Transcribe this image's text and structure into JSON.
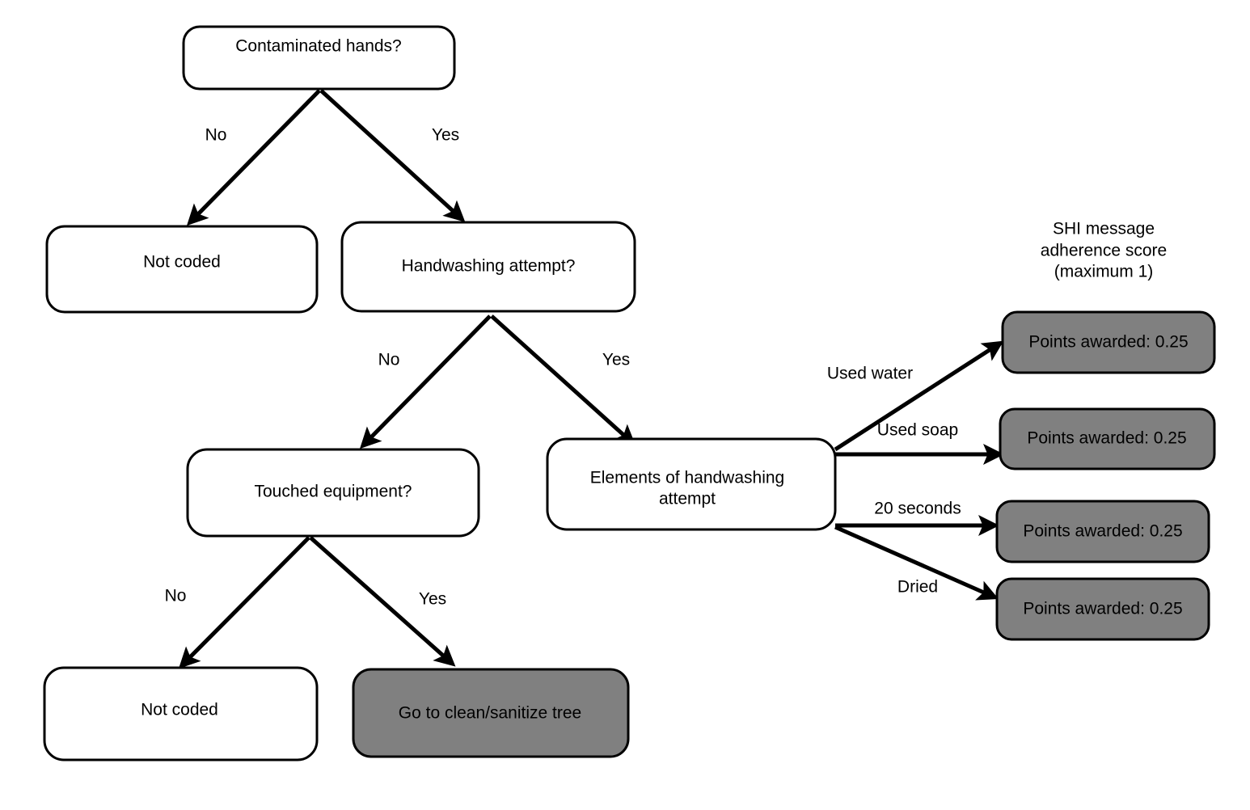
{
  "diagram": {
    "title_block": {
      "name": "shi-score-legend",
      "lines": [
        "SHI message",
        "adherence score",
        "(maximum 1)"
      ]
    },
    "nodes": [
      {
        "id": "contaminated-hands",
        "label": "Contaminated hands?",
        "style": "white"
      },
      {
        "id": "not-coded-top",
        "label": "Not coded",
        "style": "white"
      },
      {
        "id": "handwashing-attempt",
        "label": "Handwashing attempt?",
        "style": "white"
      },
      {
        "id": "touched-equipment",
        "label": "Touched equipment?",
        "style": "white"
      },
      {
        "id": "elements-of-handwashing",
        "label_line1": "Elements of handwashing",
        "label_line2": "attempt",
        "style": "white"
      },
      {
        "id": "not-coded-bottom",
        "label": "Not coded",
        "style": "white"
      },
      {
        "id": "go-to-clean-sanitize",
        "label": "Go to clean/sanitize tree",
        "style": "gray"
      },
      {
        "id": "points-water",
        "label": "Points awarded: 0.25",
        "style": "gray"
      },
      {
        "id": "points-soap",
        "label": "Points awarded: 0.25",
        "style": "gray"
      },
      {
        "id": "points-seconds",
        "label": "Points awarded: 0.25",
        "style": "gray"
      },
      {
        "id": "points-dried",
        "label": "Points awarded: 0.25",
        "style": "gray"
      }
    ],
    "edges": [
      {
        "id": "edge-hands-no",
        "from": "contaminated-hands",
        "to": "not-coded-top",
        "label": "No"
      },
      {
        "id": "edge-hands-yes",
        "from": "contaminated-hands",
        "to": "handwashing-attempt",
        "label": "Yes"
      },
      {
        "id": "edge-handwash-no",
        "from": "handwashing-attempt",
        "to": "touched-equipment",
        "label": "No"
      },
      {
        "id": "edge-handwash-yes",
        "from": "handwashing-attempt",
        "to": "elements-of-handwashing",
        "label": "Yes"
      },
      {
        "id": "edge-equipment-no",
        "from": "touched-equipment",
        "to": "not-coded-bottom",
        "label": "No"
      },
      {
        "id": "edge-equipment-yes",
        "from": "touched-equipment",
        "to": "go-to-clean-sanitize",
        "label": "Yes"
      },
      {
        "id": "edge-used-water",
        "from": "elements-of-handwashing",
        "to": "points-water",
        "label": "Used water"
      },
      {
        "id": "edge-used-soap",
        "from": "elements-of-handwashing",
        "to": "points-soap",
        "label": "Used soap"
      },
      {
        "id": "edge-20-seconds",
        "from": "elements-of-handwashing",
        "to": "points-seconds",
        "label": "20 seconds"
      },
      {
        "id": "edge-dried",
        "from": "elements-of-handwashing",
        "to": "points-dried",
        "label": "Dried"
      }
    ],
    "colors": {
      "background": "#ffffff",
      "node_fill_white": "#ffffff",
      "node_fill_gray": "#808080",
      "stroke": "#000000",
      "text": "#000000"
    }
  }
}
